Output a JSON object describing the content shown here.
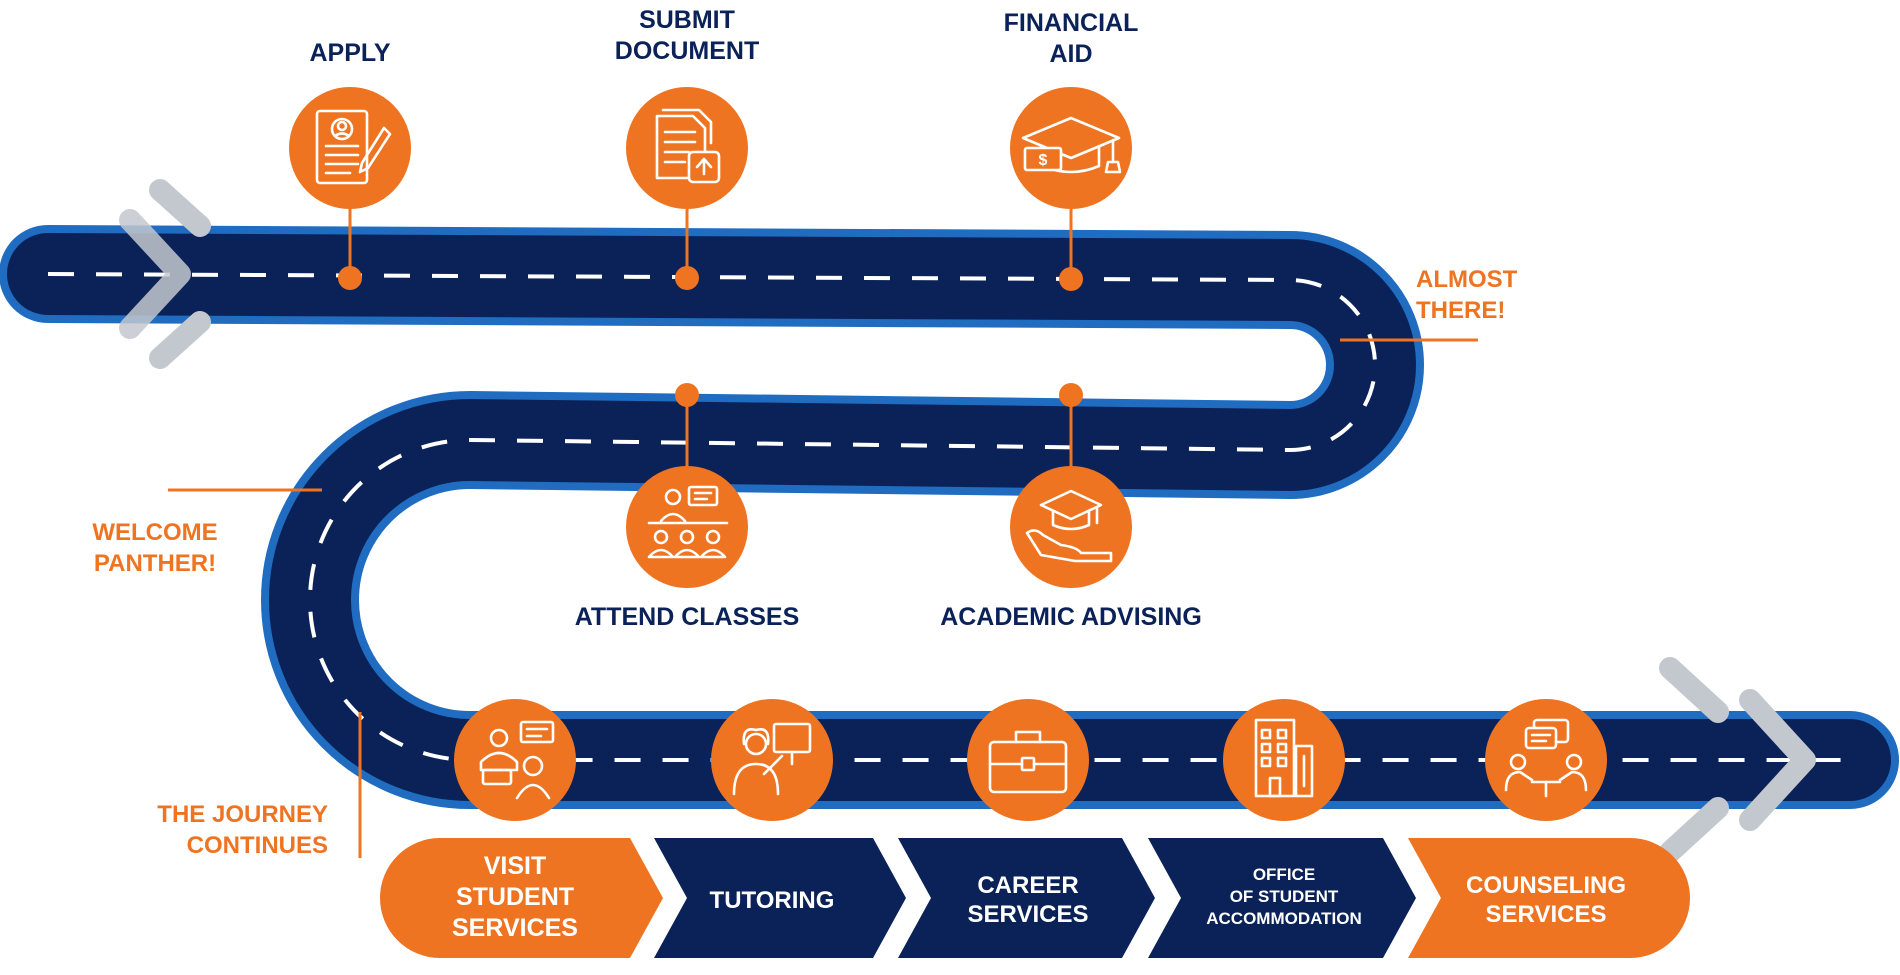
{
  "colors": {
    "navy": "#0b2258",
    "road_edge": "#1f6cc1",
    "orange": "#ef7422",
    "lane": "#ffffff",
    "chevron": "#c3c8cf"
  },
  "steps_top": [
    {
      "lines": [
        "APPLY"
      ],
      "icon": "application-form-icon"
    },
    {
      "lines": [
        "SUBMIT",
        "DOCUMENT"
      ],
      "icon": "document-upload-icon"
    },
    {
      "lines": [
        "FINANCIAL",
        "AID"
      ],
      "icon": "graduation-cap-money-icon"
    }
  ],
  "steps_middle": [
    {
      "lines": [
        "ATTEND CLASSES"
      ],
      "icon": "classroom-icon"
    },
    {
      "lines": [
        "ACADEMIC ADVISING"
      ],
      "icon": "cap-in-hand-icon"
    }
  ],
  "callouts": {
    "almost_there": [
      "ALMOST",
      "THERE!"
    ],
    "welcome": [
      "WELCOME",
      "PANTHER!"
    ],
    "journey": [
      "THE JOURNEY",
      "CONTINUES"
    ]
  },
  "steps_bottom": [
    {
      "lines": [
        "VISIT",
        "STUDENT",
        "SERVICES"
      ],
      "style": "orange",
      "icon": "student-services-icon"
    },
    {
      "lines": [
        "TUTORING"
      ],
      "style": "navy",
      "icon": "tutor-presentation-icon"
    },
    {
      "lines": [
        "CAREER",
        "SERVICES"
      ],
      "style": "navy",
      "icon": "briefcase-icon"
    },
    {
      "lines": [
        "OFFICE",
        "OF STUDENT",
        "ACCOMMODATION"
      ],
      "style": "navy",
      "icon": "building-icon"
    },
    {
      "lines": [
        "COUNSELING",
        "SERVICES"
      ],
      "style": "orange",
      "icon": "counseling-icon"
    }
  ]
}
